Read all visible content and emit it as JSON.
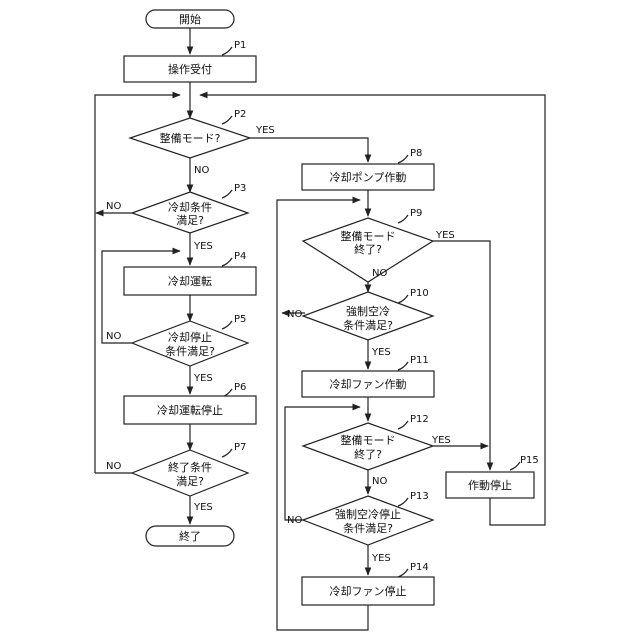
{
  "nodes": {
    "start": "開始",
    "p1": "操作受付",
    "p2": "整備モード?",
    "p3_line1": "冷却条件",
    "p3_line2": "満足?",
    "p4": "冷却運転",
    "p5_line1": "冷却停止",
    "p5_line2": "条件満足?",
    "p6": "冷却運転停止",
    "p7_line1": "終了条件",
    "p7_line2": "満足?",
    "end": "終了",
    "p8": "冷却ポンプ作動",
    "p9_line1": "整備モード",
    "p9_line2": "終了?",
    "p10_line1": "強制空冷",
    "p10_line2": "条件満足?",
    "p11": "冷却ファン作動",
    "p12_line1": "整備モード",
    "p12_line2": "終了?",
    "p13_line1": "強制空冷停止",
    "p13_line2": "条件満足?",
    "p14": "冷却ファン停止",
    "p15": "作動停止"
  },
  "step_tags": {
    "p1": "P1",
    "p2": "P2",
    "p3": "P3",
    "p4": "P4",
    "p5": "P5",
    "p6": "P6",
    "p7": "P7",
    "p8": "P8",
    "p9": "P9",
    "p10": "P10",
    "p11": "P11",
    "p12": "P12",
    "p13": "P13",
    "p14": "P14",
    "p15": "P15"
  },
  "branch_labels": {
    "p2_yes": "YES",
    "p2_no": "NO",
    "p3_yes": "YES",
    "p3_no": "NO",
    "p5_yes": "YES",
    "p5_no": "NO",
    "p7_yes": "YES",
    "p7_no": "NO",
    "p9_yes": "YES",
    "p9_no": "NO",
    "p10_yes": "YES",
    "p10_no": "NO",
    "p12_yes": "YES",
    "p12_no": "NO",
    "p13_yes": "YES",
    "p13_no": "NO"
  }
}
